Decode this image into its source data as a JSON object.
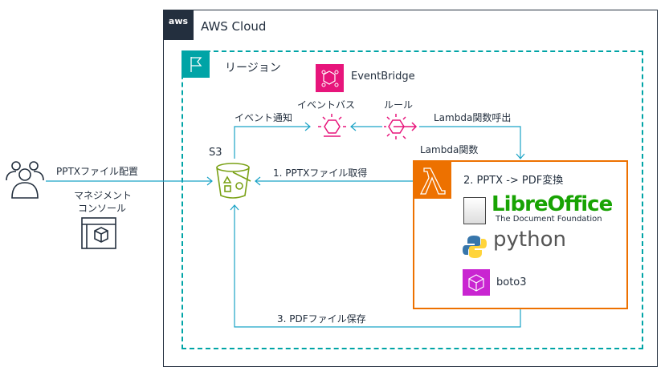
{
  "cloud": {
    "label": "AWS Cloud",
    "logo": "aws"
  },
  "region": {
    "label": "リージョン"
  },
  "eventbridge": {
    "label": "EventBridge",
    "event_bus": "イベントバス",
    "rule": "ルール"
  },
  "edges": {
    "event_notify": "イベント通知",
    "lambda_invoke": "Lambda関数呼出",
    "get_pptx": "1. PPTXファイル取得",
    "save_pdf": "3. PDFファイル保存",
    "place_pptx": "PPTXファイル配置"
  },
  "s3": {
    "label": "S3"
  },
  "lambda": {
    "label": "Lambda関数",
    "step": "2. PPTX -> PDF変換",
    "libreoffice": "LibreOffice",
    "libreoffice_sub": "The Document Foundation",
    "python": "python",
    "boto3": "boto3"
  },
  "user": {
    "console_line1": "マネジメント",
    "console_line2": "コンソール"
  },
  "colors": {
    "cloud": "#232f3e",
    "region": "#00a4a6",
    "eventbridge": "#e7157b",
    "lambda": "#ed7100",
    "s3": "#7aa116",
    "boto3": "#c925d1",
    "arrow": "#1ba3c6"
  }
}
